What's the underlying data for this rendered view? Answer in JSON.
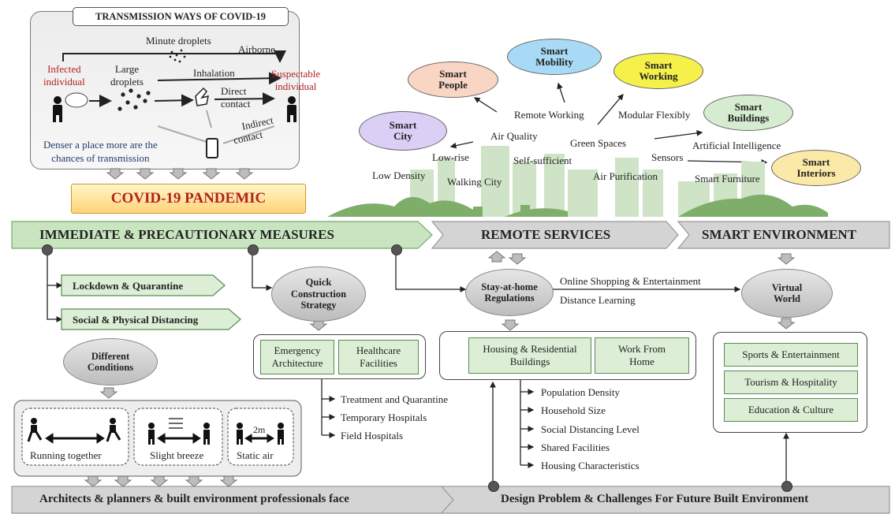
{
  "transmission": {
    "title": "TRANSMISSION WAYS OF COVID-19",
    "minute_droplets": "Minute droplets",
    "airborne": "Airborne",
    "infected_l1": "Infected",
    "infected_l2": "individual",
    "large_l1": "Large",
    "large_l2": "droplets",
    "inhalation": "Inhalation",
    "suspect_l1": "Suspectable",
    "suspect_l2": "individual",
    "direct_l1": "Direct",
    "direct_l2": "contact",
    "indirect_l1": "Indirect",
    "indirect_l2": "contact",
    "denser_l1": "Denser a place more are the",
    "denser_l2": "chances of transmission"
  },
  "pandemic": "COVID-19 PANDEMIC",
  "smart": {
    "people": [
      "Smart",
      "People"
    ],
    "mobility": [
      "Smart",
      "Mobility"
    ],
    "working": [
      "Smart",
      "Working"
    ],
    "city": [
      "Smart",
      "City"
    ],
    "buildings": [
      "Smart",
      "Buildings"
    ],
    "interiors": [
      "Smart",
      "Interiors"
    ],
    "remote_working": "Remote Working",
    "modular": "Modular Flexibly",
    "air_quality": "Air Quality",
    "green_spaces": "Green Spaces",
    "sensors": "Sensors",
    "ai": "Artificial Intelligence",
    "low_rise": "Low-rise",
    "self_sufficient": "Self-sufficient",
    "low_density": "Low Density",
    "walking_city": "Walking City",
    "air_purification": "Air Purification",
    "smart_furniture": "Smart Furniture",
    "colors": {
      "people": "#f9d5c4",
      "mobility": "#a9daf5",
      "working": "#f5f04a",
      "city": "#dccff5",
      "buildings": "#d6ecd0",
      "interiors": "#fbe9a8"
    }
  },
  "banners": {
    "immediate": "IMMEDIATE & PRECAUTIONARY MEASURES",
    "remote": "REMOTE  SERVICES",
    "smart_env": "SMART ENVIRONMENT",
    "bottom_left": "Architects & planners & built environment professionals face",
    "bottom_right": "Design Problem & Challenges For Future Built Environment"
  },
  "measures": {
    "lockdown": "Lockdown & Quarantine",
    "distancing": "Social &  Physical Distancing",
    "different": [
      "Different",
      "Conditions"
    ],
    "running": "Running together",
    "breeze": "Slight breeze",
    "static": "Static air",
    "two_m": "2m"
  },
  "quick": {
    "oval": [
      "Quick",
      "Construction",
      "Strategy"
    ],
    "emergency": [
      "Emergency",
      "Architecture"
    ],
    "healthcare": [
      "Healthcare",
      "Facilities"
    ],
    "items": [
      "Treatment and Quarantine",
      "Temporary Hospitals",
      "Field Hospitals"
    ]
  },
  "stay": {
    "oval": [
      "Stay-at-home",
      "Regulations"
    ],
    "online": "Online Shopping & Entertainment",
    "distance": "Distance Learning",
    "housing": [
      "Housing & Residential",
      "Buildings"
    ],
    "wfh": [
      "Work From",
      "Home"
    ],
    "items": [
      "Population Density",
      "Household Size",
      "Social Distancing Level",
      "Shared Facilities",
      "Housing Characteristics"
    ]
  },
  "virtual": {
    "oval": [
      "Virtual",
      "World"
    ],
    "items": [
      "Sports & Entertainment",
      "Tourism & Hospitality",
      "Education & Culture"
    ]
  },
  "colors": {
    "banner_green": "#c9e5c0",
    "banner_gray": "#d4d4d4",
    "covid_red": "#b22222",
    "box_green": "#dcefd6"
  }
}
